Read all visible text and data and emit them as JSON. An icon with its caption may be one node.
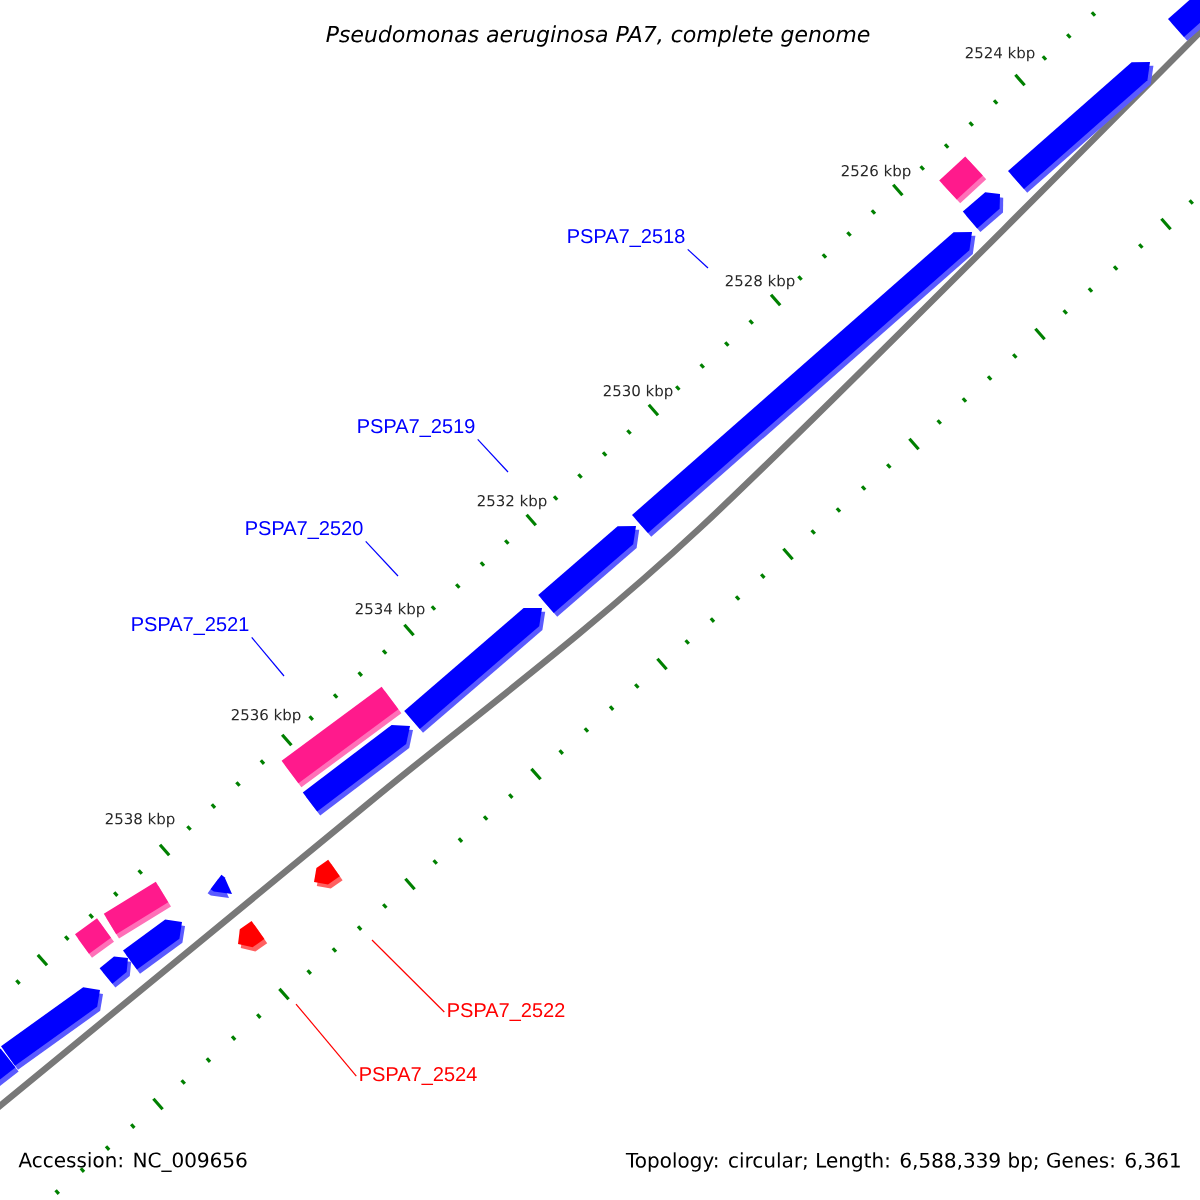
{
  "diagram": {
    "title": "Pseudomonas aeruginosa PA7, complete genome",
    "nodes": [
      {
        "text": [
          "PSPA7_2518"
        ]
      },
      {
        "text": [
          "PSPA7_2519"
        ]
      },
      {
        "text": [
          "PSPA7_2520"
        ]
      },
      {
        "text": [
          "PSPA7_2521"
        ]
      },
      {
        "text": [
          "PSPA7_2522"
        ]
      },
      {
        "text": [
          "PSPA7_2524"
        ]
      }
    ],
    "edges": [
      {
        "from": 0,
        "to": null,
        "arrow": "none"
      },
      {
        "from": 1,
        "to": null,
        "arrow": "none"
      },
      {
        "from": 2,
        "to": null,
        "arrow": "none"
      },
      {
        "from": 3,
        "to": null,
        "arrow": "none"
      },
      {
        "from": 4,
        "to": null,
        "arrow": "none",
        "color": "#ff0000"
      },
      {
        "from": 5,
        "to": null,
        "arrow": "none",
        "color": "#ff0000"
      }
    ],
    "labels": [
      "2524 kbp",
      "2526 kbp",
      "2528 kbp",
      "2530 kbp",
      "2532 kbp",
      "2534 kbp",
      "2536 kbp",
      "2538 kbp",
      "Accession: NC_009656",
      "Topology: circular; Length: 6,588,339 bp; Genes: 6,361"
    ]
  }
}
